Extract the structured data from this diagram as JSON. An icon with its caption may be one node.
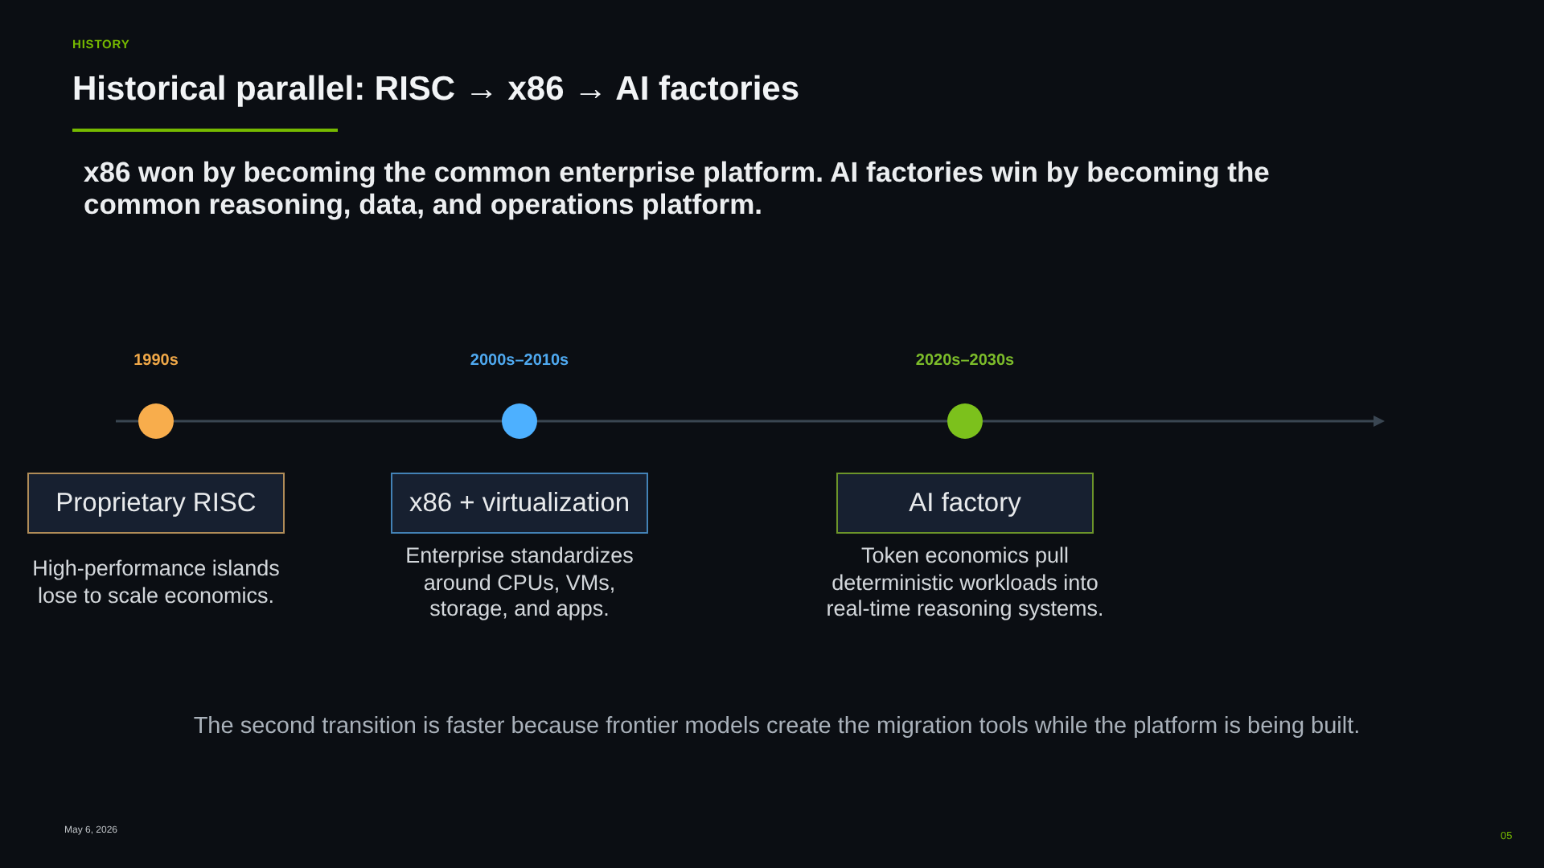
{
  "diagram": {
    "title": "Historical parallel: RISC → x86 → AI factories",
    "nodes": [
      {
        "text": [
          "Proprietary RISC"
        ],
        "beside": [
          "High-performance islands lose to scale economics."
        ]
      },
      {
        "text": [
          "x86 + virtualization"
        ],
        "beside": [
          "Enterprise standardizes around CPUs, VMs, storage, and apps."
        ]
      },
      {
        "text": [
          "AI factory"
        ],
        "beside": [
          "Token economics pull deterministic workloads into real-time reasoning systems."
        ]
      }
    ],
    "labels": [
      "HISTORY",
      "x86 won by becoming the common enterprise platform. AI factories win by becoming the common reasoning, data, and operations platform.",
      "1990s",
      "2000s–2010s",
      "2020s–2030s",
      "The second transition is faster because frontier models create the migration tools while the platform is being built.",
      "May 6, 2026",
      "05"
    ]
  }
}
